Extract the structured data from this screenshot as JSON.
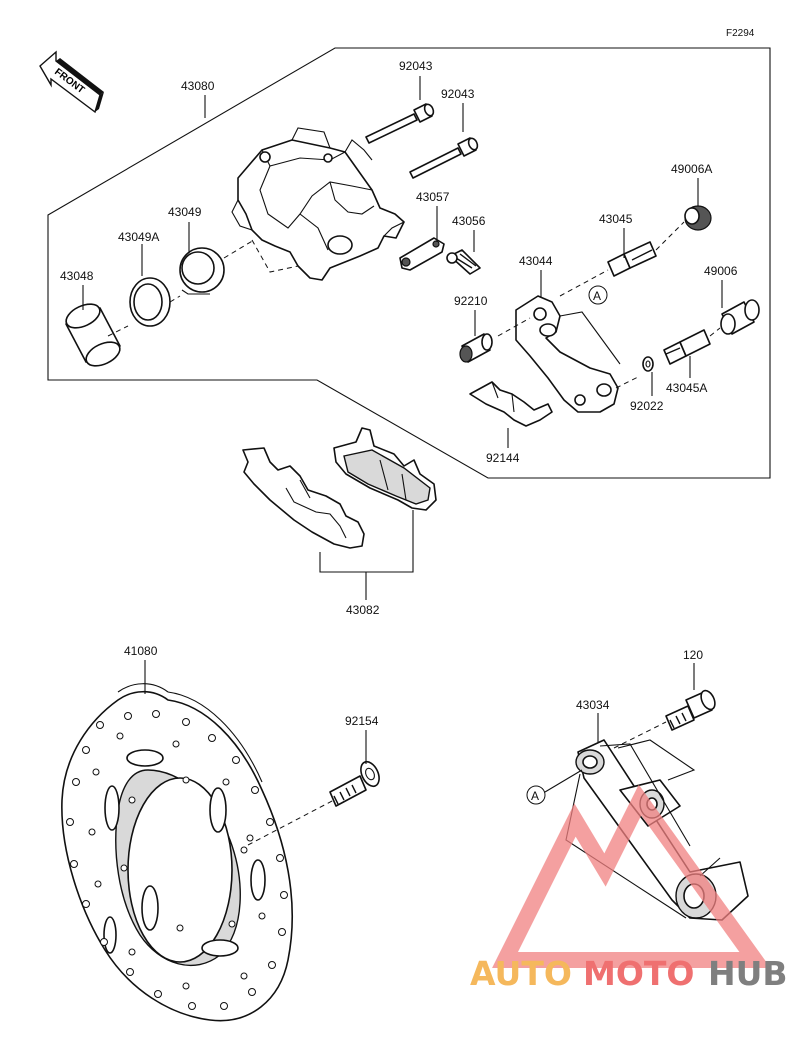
{
  "figure_code": "F2294",
  "front_label": "FRONT",
  "reference_marks": [
    "A",
    "A"
  ],
  "parts": {
    "caliper_assy": "43080",
    "bolt_upper": "92043",
    "bolt_lower": "92043",
    "piston_seal": "43049",
    "dust_seal": "43049A",
    "piston": "43048",
    "bleeder_cap": "43057",
    "bleeder_valve": "43056",
    "slide_boot": "49006A",
    "pin_upper": "43045",
    "bracket": "43044",
    "boot_lower": "49006",
    "bushing": "92210",
    "pin_lower": "43045A",
    "washer": "92022",
    "pad_spring": "92144",
    "pad_set": "43082",
    "disc": "41080",
    "disc_bolt": "92154",
    "torque_link": "43034",
    "link_bolt": "120"
  },
  "watermark": {
    "part1": "AUTO",
    "part2": "MOTO",
    "part3": "HUB",
    "color1": "#f5b85c",
    "color2": "#ef7070",
    "color3": "#7f7f7f"
  }
}
